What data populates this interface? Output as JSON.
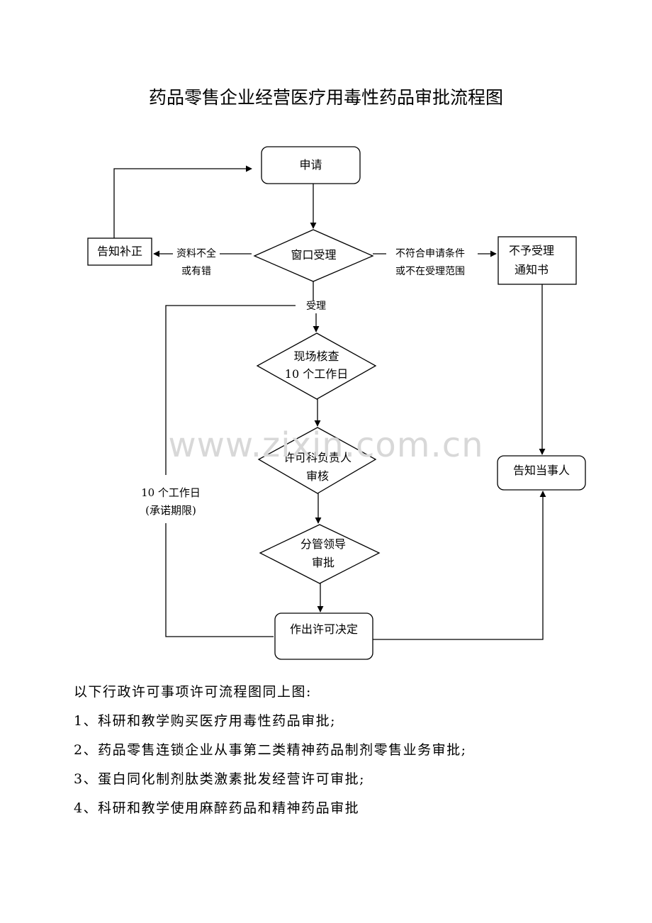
{
  "title": "药品零售企业经营医疗用毒性药品审批流程图",
  "watermark": "www.zixin.com.cn",
  "nodes": {
    "apply": "申请",
    "window_l1": "窗口受理",
    "notify_supplement": "告知补正",
    "no_accept_l1": "不予受理",
    "no_accept_l2": "通知书",
    "site_check_l1": "现场核查",
    "site_check_l2": "10 个工作日",
    "license_review_l1": "许可科负责人",
    "license_review_l2": "审核",
    "leader_approve_l1": "分管领导",
    "leader_approve_l2": "审批",
    "decision": "作出许可决定",
    "notify_party": "告知当事人"
  },
  "edge_labels": {
    "incomplete_l1": "资料不全",
    "incomplete_l2": "或有错",
    "not_qualified_l1": "不符合申请条件",
    "not_qualified_l2": "或不在受理范围",
    "accepted": "受理",
    "deadline_l1": "10 个工作日",
    "deadline_l2": "(承诺期限)"
  },
  "notes": {
    "intro": "以下行政许可事项许可流程图同上图:",
    "items": [
      "1、科研和教学购买医疗用毒性药品审批;",
      "2、药品零售连锁企业从事第二类精神药品制剂零售业务审批;",
      "3、蛋白同化制剂肽类激素批发经营许可审批;",
      "4、科研和教学使用麻醉药品和精神药品审批"
    ]
  }
}
